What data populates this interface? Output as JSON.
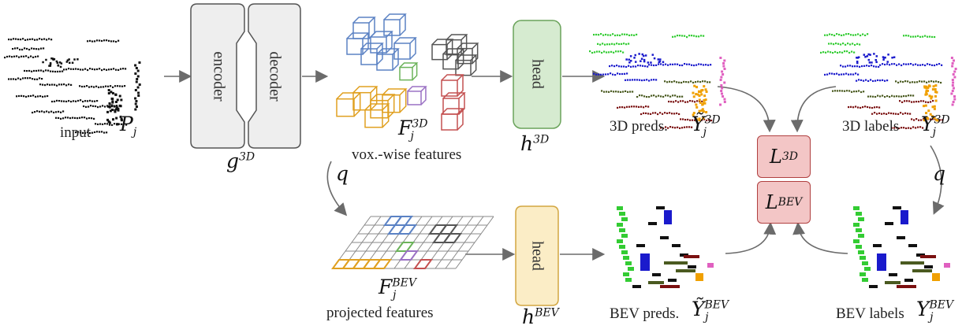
{
  "labels": {
    "input": "input",
    "encoder": "encoder",
    "decoder": "decoder",
    "vox_features": "vox.-wise features",
    "head_3d": "head",
    "preds_3d": "3D preds.",
    "labels_3d": "3D labels",
    "projected": "projected features",
    "head_bev": "head",
    "preds_bev": "BEV preds.",
    "labels_bev": "BEV labels"
  },
  "math": {
    "P_base": "P",
    "P_sub": "j",
    "g_base": "g",
    "g_sup": "3D",
    "F3d_base": "F",
    "F3d_sup": "3D",
    "F3d_sub": "j",
    "Fbev_base": "F",
    "Fbev_sup": "BEV",
    "Fbev_sub": "j",
    "h3d_base": "h",
    "h3d_sup": "3D",
    "hbev_base": "h",
    "hbev_sup": "BEV",
    "q_left": "q",
    "q_right": "q",
    "Ypred3d_base": "Ỹ",
    "Ypred3d_sup": "3D",
    "Ypred3d_sub": "j",
    "Y3d_base": "Y",
    "Y3d_sup": "3D",
    "Y3d_sub": "j",
    "Ypredbev_base": "Ỹ",
    "Ypredbev_sup": "BEV",
    "Ypredbev_sub": "j",
    "Ybev_base": "Y",
    "Ybev_sup": "BEV",
    "Ybev_sub": "j",
    "L3d_base": "L",
    "L3d_sup": "3D",
    "Lbev_base": "L",
    "Lbev_sup": "BEV"
  },
  "colors": {
    "encoder_fill": "#eeeeee",
    "encoder_stroke": "#555555",
    "head3d_fill": "#d6ebd0",
    "head3d_stroke": "#6aa35a",
    "headbev_fill": "#fbedc6",
    "headbev_stroke": "#d2a640",
    "loss_fill": "#f3c6c6",
    "loss_stroke": "#b04040",
    "arrow": "#6b6b6b",
    "cube_blue": "#5b82c4",
    "cube_gray": "#555555",
    "cube_green": "#6cb35a",
    "cube_purple": "#9b72c4",
    "cube_red": "#c45050",
    "cube_orange": "#e0a020",
    "pc_green": "#33cc33",
    "pc_blue": "#1a1acc",
    "pc_orange": "#f0a000",
    "pc_magenta": "#e060c0",
    "pc_darkred": "#7a1010",
    "pc_olive": "#4a5a20"
  }
}
